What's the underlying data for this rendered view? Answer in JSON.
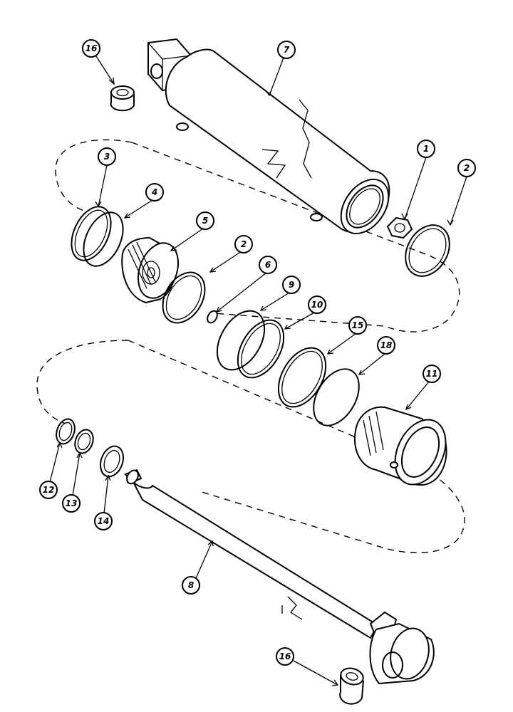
{
  "callouts": [
    {
      "id": "c16a",
      "number": "16",
      "part": "bushing-upper"
    },
    {
      "id": "c7",
      "number": "7",
      "part": "cylinder-barrel"
    },
    {
      "id": "c1",
      "number": "1",
      "part": "nut"
    },
    {
      "id": "c2a",
      "number": "2",
      "part": "ring-outer"
    },
    {
      "id": "c3",
      "number": "3",
      "part": "ring-3"
    },
    {
      "id": "c4",
      "number": "4",
      "part": "o-ring-4"
    },
    {
      "id": "c5",
      "number": "5",
      "part": "piston"
    },
    {
      "id": "c2b",
      "number": "2",
      "part": "ring-2"
    },
    {
      "id": "c6",
      "number": "6",
      "part": "small-o-ring"
    },
    {
      "id": "c9",
      "number": "9",
      "part": "o-ring-9"
    },
    {
      "id": "c10",
      "number": "10",
      "part": "ring-10"
    },
    {
      "id": "c15",
      "number": "15",
      "part": "ring-15"
    },
    {
      "id": "c18",
      "number": "18",
      "part": "o-ring-18"
    },
    {
      "id": "c11",
      "number": "11",
      "part": "gland"
    },
    {
      "id": "c12",
      "number": "12",
      "part": "wiper"
    },
    {
      "id": "c13",
      "number": "13",
      "part": "seal-13"
    },
    {
      "id": "c14",
      "number": "14",
      "part": "seal-14"
    },
    {
      "id": "c8",
      "number": "8",
      "part": "piston-rod"
    },
    {
      "id": "c16b",
      "number": "16",
      "part": "bushing-lower"
    }
  ]
}
